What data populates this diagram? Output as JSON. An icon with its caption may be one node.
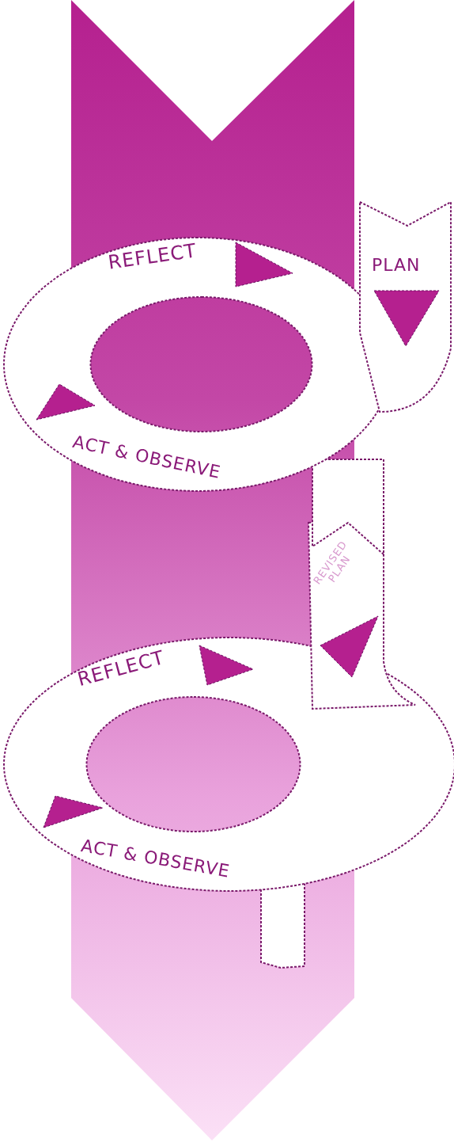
{
  "diagram": {
    "labels": [
      "REFLECT",
      "PLAN",
      "ACT & OBSERVE",
      "REVISED PLAN",
      "REFLECT",
      "ACT & OBSERVE"
    ]
  }
}
